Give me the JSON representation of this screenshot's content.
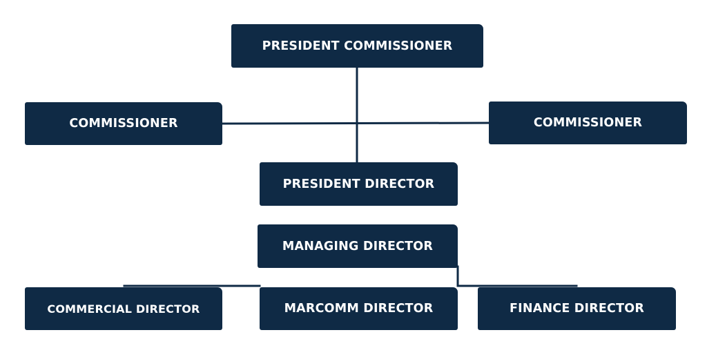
{
  "colors": {
    "box_fill": "#0f2a45",
    "box_text": "#ffffff",
    "connector": "#0f2a45",
    "background": "#ffffff"
  },
  "nodes": {
    "president_commissioner": "PRESIDENT COMMISSIONER",
    "commissioner_left": "COMMISSIONER",
    "commissioner_right": "COMMISSIONER",
    "president_director": "PRESIDENT DIRECTOR",
    "managing_director": "MANAGING DIRECTOR",
    "commercial_director": "COMMERCIAL DIRECTOR",
    "marcomm_director": "MARCOMM DIRECTOR",
    "finance_director": "FINANCE DIRECTOR"
  }
}
